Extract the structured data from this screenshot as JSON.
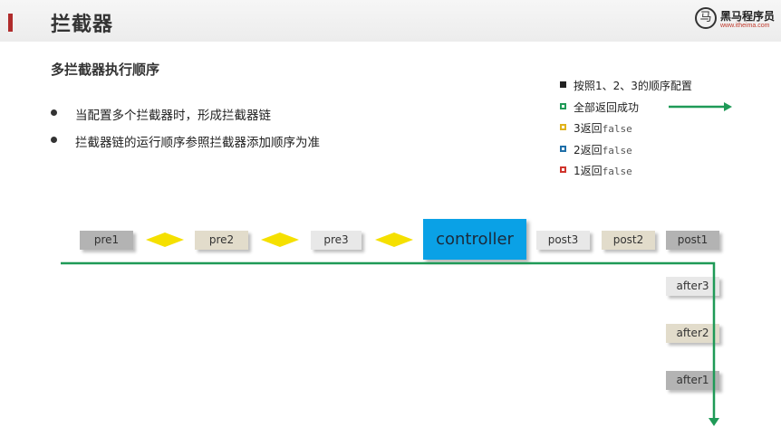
{
  "header": {
    "title": "拦截器"
  },
  "logo": {
    "text": "黑马程序员",
    "url": "www.itheima.com",
    "mark": "马"
  },
  "section": {
    "title": "多拦截器执行顺序"
  },
  "bullets": [
    "当配置多个拦截器时，形成拦截器链",
    "拦截器链的运行顺序参照拦截器添加顺序为准"
  ],
  "legend": [
    {
      "label": "按照1、2、3的顺序配置",
      "mono": "",
      "color": "#222222",
      "filled": true
    },
    {
      "label": "全部返回成功",
      "mono": "",
      "color": "#1f9a57",
      "filled": false
    },
    {
      "label": "3返回",
      "mono": "false",
      "color": "#e0b21b",
      "filled": false
    },
    {
      "label": "2返回",
      "mono": "false",
      "color": "#1f6fa8",
      "filled": false
    },
    {
      "label": "1返回",
      "mono": "false",
      "color": "#d0342c",
      "filled": false
    }
  ],
  "flow": {
    "pre": [
      "pre1",
      "pre2",
      "pre3"
    ],
    "controller": "controller",
    "post": [
      "post3",
      "post2",
      "post1"
    ],
    "after": [
      "after3",
      "after2",
      "after1"
    ]
  },
  "colors": {
    "path": "#1f9a57",
    "diamond": "#f5e000",
    "box_gray_dark": "#b3b3b3",
    "box_beige": "#e2dccb",
    "box_light": "#e8e8e8",
    "controller": "#0aa1e6"
  }
}
